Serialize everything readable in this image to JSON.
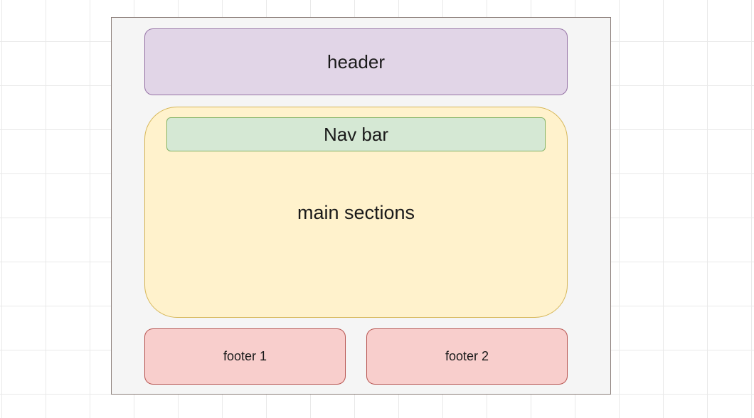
{
  "diagram": {
    "header": {
      "label": "header",
      "fill": "#e1d5e7",
      "stroke": "#9673a6"
    },
    "nav_bar": {
      "label": "Nav bar",
      "fill": "#d5e8d4",
      "stroke": "#82b366"
    },
    "main": {
      "label": "main sections",
      "fill": "#fff2cc",
      "stroke": "#d6b656"
    },
    "footers": [
      {
        "label": "footer 1",
        "fill": "#f8cecc",
        "stroke": "#b85450"
      },
      {
        "label": "footer 2",
        "fill": "#f8cecc",
        "stroke": "#b85450"
      }
    ]
  }
}
